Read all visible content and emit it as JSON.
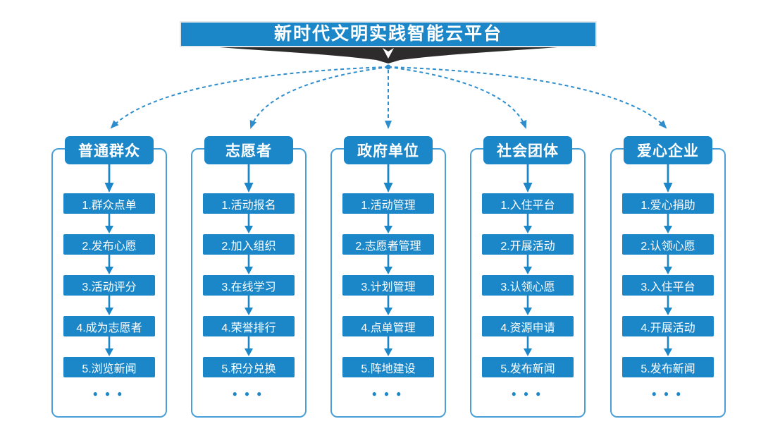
{
  "title": "新时代文明实践智能云平台",
  "ellipsis": "●●●",
  "colors": {
    "primary": "#1b87c8",
    "frame_border": "#4aa0d6",
    "connector": "#2e8ecd",
    "ribbon_dark": "#2d2b2b",
    "text_on_primary": "#ffffff"
  },
  "columns": [
    {
      "header": "普通群众",
      "items": [
        "1.群众点单",
        "2.发布心愿",
        "3.活动评分",
        "4.成为志愿者",
        "5.浏览新闻"
      ]
    },
    {
      "header": "志愿者",
      "items": [
        "1.活动报名",
        "2.加入组织",
        "3.在线学习",
        "4.荣誉排行",
        "5.积分兑换"
      ]
    },
    {
      "header": "政府单位",
      "items": [
        "1.活动管理",
        "2.志愿者管理",
        "3.计划管理",
        "4.点单管理",
        "5.阵地建设"
      ]
    },
    {
      "header": "社会团体",
      "items": [
        "1.入住平台",
        "2.开展活动",
        "3.认领心愿",
        "4.资源申请",
        "5.发布新闻"
      ]
    },
    {
      "header": "爱心企业",
      "items": [
        "1.爱心捐助",
        "2.认领心愿",
        "3.入住平台",
        "4.开展活动",
        "5.发布新闻"
      ]
    }
  ]
}
